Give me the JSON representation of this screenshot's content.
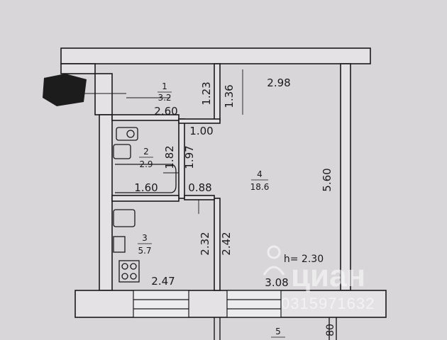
{
  "rooms": [
    {
      "number": "1",
      "area": "3.2"
    },
    {
      "number": "2",
      "area": "2.9"
    },
    {
      "number": "3",
      "area": "5.7"
    },
    {
      "number": "4",
      "area": "18.6"
    },
    {
      "number": "5",
      "area": ""
    }
  ],
  "dimensions": {
    "room1_width": "2.60",
    "room1_depth_a": "1.23",
    "room1_depth_b": "1.36",
    "room4_top_width": "2.98",
    "corridor_width": "1.00",
    "corridor_length": "1.97",
    "bath_height": "1.82",
    "bath_width": "1.60",
    "passage_width": "0.88",
    "room4_height": "5.60",
    "kitchen_depth_a": "2.32",
    "kitchen_depth_b": "2.42",
    "kitchen_width": "2.47",
    "room4_bottom_width": "3.08",
    "balcony_depth": "80"
  },
  "ceiling_height": "h= 2.30",
  "watermark": {
    "brand": "циан",
    "listing_id": "0315971632"
  },
  "colors": {
    "background": "#d8d6d9",
    "wall_fill": "#e4e2e5",
    "wall_stroke": "#1a1a1a",
    "redacted": "#1c1c1c"
  }
}
